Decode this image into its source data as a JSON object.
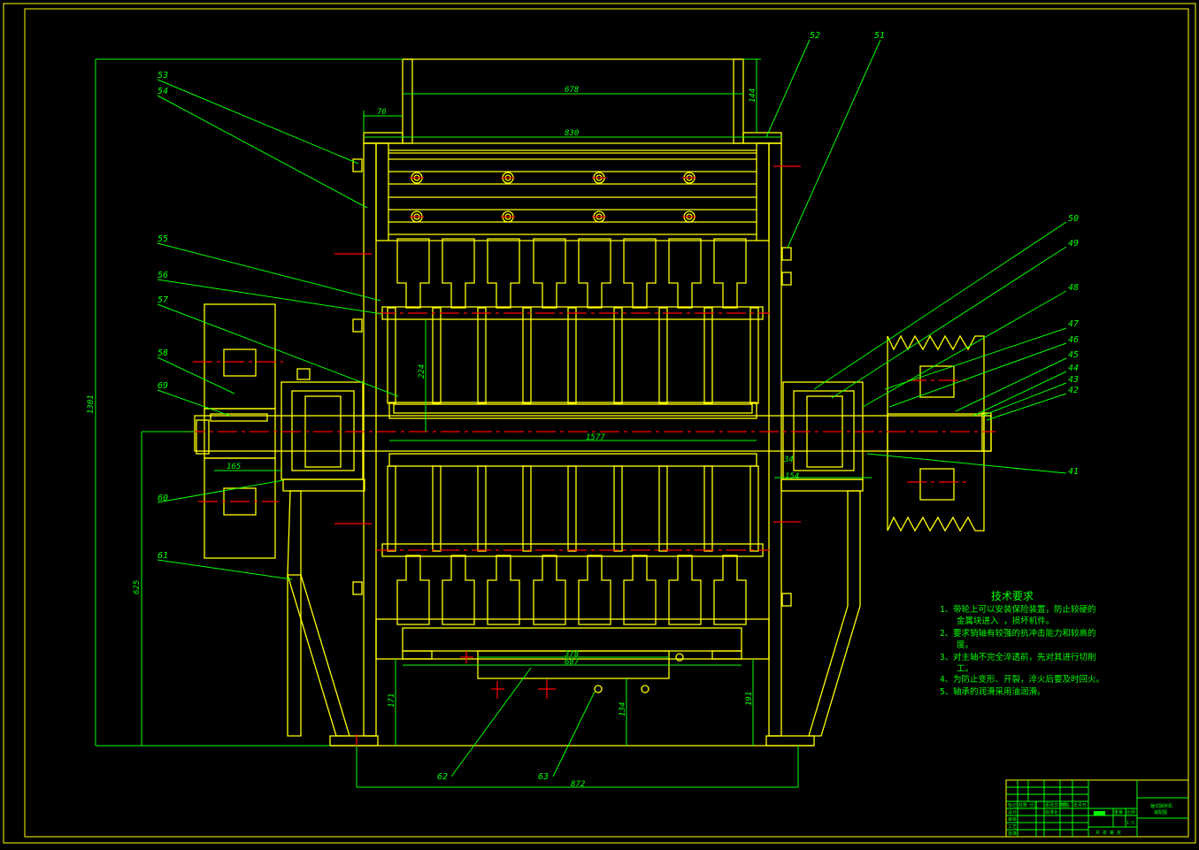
{
  "drawing": {
    "title": "锤式破碎机装配图",
    "colors": {
      "outline": "#ffff00",
      "annotation": "#00ff00",
      "centerline": "#ff0000",
      "background": "#000000"
    }
  },
  "part_labels": {
    "left": [
      "53",
      "54",
      "55",
      "56",
      "57",
      "58",
      "69",
      "60",
      "61"
    ],
    "top": [
      "52",
      "51"
    ],
    "right": [
      "50",
      "49",
      "48",
      "47",
      "46",
      "45",
      "44",
      "43",
      "42",
      "41"
    ],
    "bottom": [
      "62",
      "63"
    ]
  },
  "dimensions": {
    "overall_height": "1301",
    "shaft_height": "625",
    "hopper_inner": "678",
    "hopper_outer": "830",
    "flange": "76",
    "hopper_height": "144",
    "rotor_radius": "224",
    "shaft_length": "1577",
    "pulley_hub": "165",
    "bearing_offset": "34",
    "bearing_width": "154",
    "grate_inner": "378",
    "grate_outer": "687",
    "base_left": "171",
    "base_mid": "134",
    "base_right": "191",
    "base_width": "872"
  },
  "tech_requirements": {
    "heading": "技术要求",
    "items": [
      {
        "num": "1、",
        "lines": [
          "带轮上可以安装保险装置，防止较硬的",
          "金属块进入 ，损坏机件。"
        ]
      },
      {
        "num": "2、",
        "lines": [
          "要求销轴有较强的抗冲击能力和较高的",
          "度。"
        ]
      },
      {
        "num": "3、",
        "lines": [
          "对主轴不完全淬透前，先对其进行切削",
          "工。"
        ]
      },
      {
        "num": "4、",
        "lines": [
          "为防止变形、开裂，淬火后要及时回火。"
        ]
      },
      {
        "num": "5、",
        "lines": [
          "轴承的润滑采用油润滑。"
        ]
      }
    ]
  },
  "title_block": {
    "row_labels": [
      "标记",
      "处数",
      "分区",
      "更改文件号",
      "签名",
      "年月日"
    ],
    "design": "设计",
    "check": "审核",
    "process": "工艺",
    "approve": "批准",
    "standard": "标准化",
    "stage_label": "阶段标记",
    "weight": "重量",
    "scale": "比例",
    "scale_value": "1:5",
    "sheet": "共 张 第 张",
    "name": "锤式破碎机",
    "drawing_no": "装配图"
  }
}
